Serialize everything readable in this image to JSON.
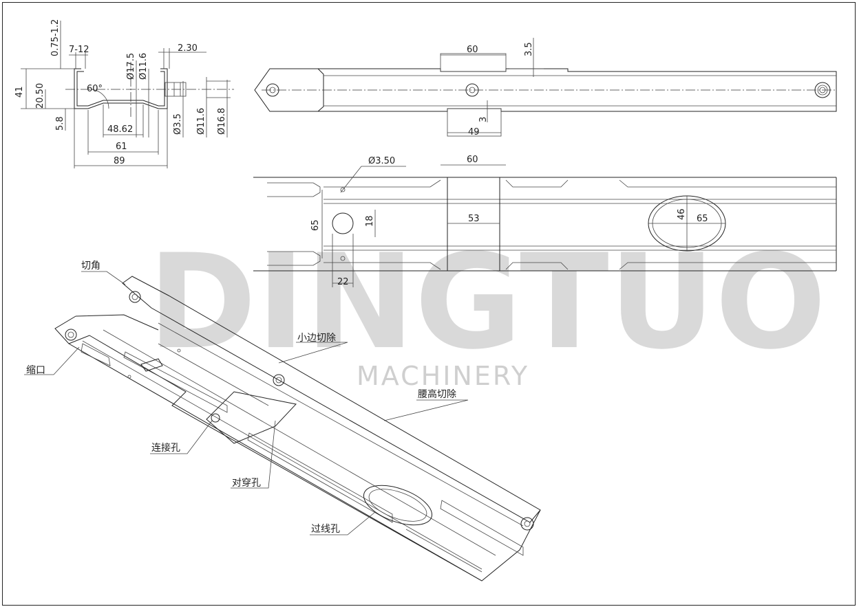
{
  "watermark": {
    "brand": "DINGTUO",
    "sub": "MACHINERY"
  },
  "section_view": {
    "thickness": "0.75-1.2",
    "lip": "7-12",
    "angle": "60°",
    "height": "41",
    "half_height": "20.50",
    "lip_height": "5.8",
    "inner_width": "48.62",
    "mid_width": "61",
    "total_width": "89",
    "d_outer": "Ø17.5",
    "d_inner": "Ø11.6",
    "offset": "2.30",
    "d_small": "Ø3.5",
    "d_mid": "Ø11.6",
    "d_large": "Ø16.8"
  },
  "side_view": {
    "notch_top_len": "60",
    "notch_top_depth": "3.5",
    "notch_bottom_len": "49",
    "notch_bottom_depth": "3"
  },
  "top_view": {
    "pierce_dia": "Ø3.50",
    "slot_len": "60",
    "slot_width": "53",
    "web_height": "65",
    "hole_height": "18",
    "hole_pos": "22",
    "oval_h": "46",
    "oval_w": "65"
  },
  "iso_labels": {
    "corner_cut": "切角",
    "neck": "缩口",
    "small_edge_cut": "小边切除",
    "waist_cut": "腰高切除",
    "connect_hole": "连接孔",
    "through_hole": "对穿孔",
    "wire_hole": "过线孔"
  }
}
